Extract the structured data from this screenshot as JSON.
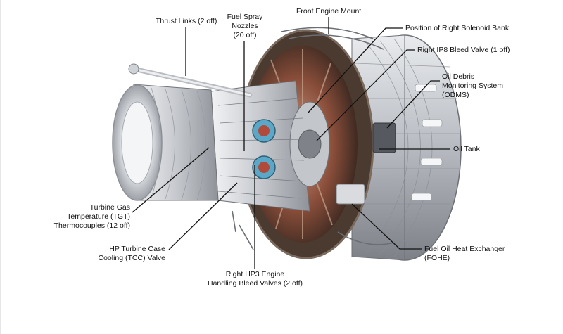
{
  "labels": {
    "thrust_links": [
      "Thrust Links (2 off)"
    ],
    "fuel_spray_nozzles": [
      "Fuel Spray",
      "Nozzles",
      "(20 off)"
    ],
    "front_engine_mount": [
      "Front Engine Mount"
    ],
    "right_solenoid_bank": [
      "Position of Right Solenoid Bank"
    ],
    "right_ip8_bleed_valve": [
      "Right IP8 Bleed Valve (1 off)"
    ],
    "odms": [
      "Oil Debris",
      "Monitoring System",
      "(ODMS)"
    ],
    "oil_tank": [
      "Oil Tank"
    ],
    "tgt_thermocouples": [
      "Turbine Gas",
      "Temperature (TGT)",
      "Thermocouples (12 off)"
    ],
    "tcc_valve": [
      "HP Turbine Case",
      "Cooling (TCC) Valve"
    ],
    "hp3_bleed_valves": [
      "Right HP3 Engine",
      "Handling Bleed Valves (2 off)"
    ],
    "fohe": [
      "Fuel Oil Heat Exchanger",
      "(FOHE)"
    ]
  },
  "colors": {
    "leader_line": "#111111",
    "casing_light": "#d9dbde",
    "casing_dark": "#8a8d92",
    "frame_brown": "#4a3a30",
    "fan_interior": "#8a4e3a",
    "accent_blue": "#5aa7c8",
    "accent_red": "#b04a3a"
  }
}
